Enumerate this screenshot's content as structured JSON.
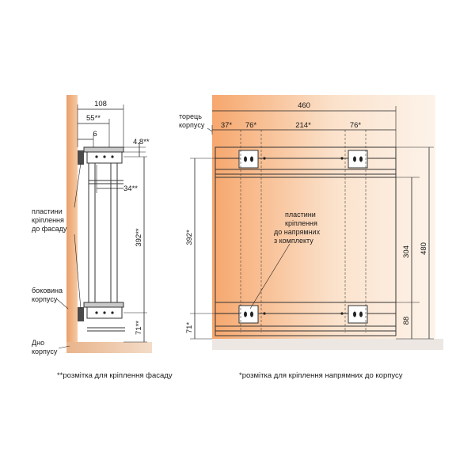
{
  "side_view": {
    "dims": {
      "depth": "108",
      "facade_offset": "55**",
      "small_offset": "6",
      "gap": "4.8**",
      "inner": "34**",
      "height": "392**",
      "bottom": "71**"
    },
    "labels": {
      "facade_plates": [
        "пластини",
        "кріплення",
        "до фасаду"
      ],
      "side_panel": [
        "боковина",
        "корпусу"
      ],
      "bottom_panel": [
        "Дно",
        "корпусу"
      ]
    }
  },
  "front_view": {
    "dims": {
      "width": "460",
      "left": "37*",
      "seg1": "76*",
      "center": "214*",
      "seg2": "76*",
      "height": "392*",
      "bottom": "71*",
      "inner_height": "304",
      "outer_height": "480",
      "lower": "88"
    },
    "labels": {
      "cabinet_edge": [
        "торець",
        "корпусу"
      ],
      "guide_plates": [
        "пластини",
        "кріплення",
        "до напрямних",
        "з комплекту"
      ]
    }
  },
  "footnotes": {
    "facade": "**розмітка для кріплення фасаду",
    "guides": "*розмітка для кріплення напрямних до корпусу"
  }
}
